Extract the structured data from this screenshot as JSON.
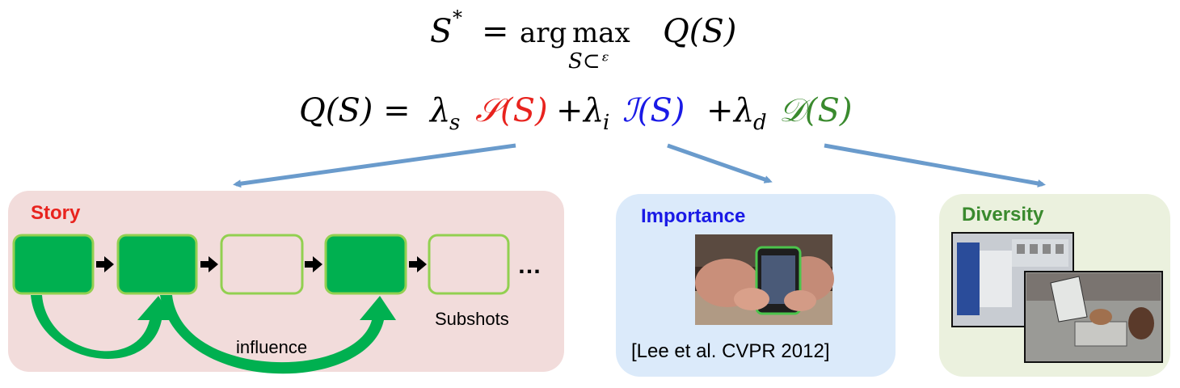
{
  "equation1": {
    "lhs": "S",
    "star": "*",
    "equals": "=",
    "arg": "arg",
    "max": "max",
    "subscript": "S⊂ᵋ",
    "rhs": "Q(S)"
  },
  "equation2": {
    "lhs": "Q(S) =",
    "lambda_s": "λ",
    "sub_s": "s",
    "story_term": "𝒮(S)",
    "plus1": "+",
    "lambda_i": "λ",
    "sub_i": "i",
    "importance_term": "ℐ(S)",
    "plus2": "+",
    "lambda_d": "λ",
    "sub_d": "d",
    "diversity_term": "𝒟(S)"
  },
  "colors": {
    "story": "#e8231e",
    "importance": "#1a1ae6",
    "diversity": "#3a8a2e",
    "arrow": "#6a9bcc",
    "story_panel": "#f2dcdb",
    "importance_panel": "#dbeafa",
    "diversity_panel": "#ebf1de",
    "subshot_fill": "#00b050",
    "subshot_border": "#92d050"
  },
  "story_panel": {
    "title": "Story",
    "ellipsis": "…",
    "subshots_label": "Subshots",
    "influence_label": "influence"
  },
  "importance_panel": {
    "title": "Importance",
    "citation": "[Lee et al. CVPR 2012]",
    "image": "phone-in-hands-photo"
  },
  "diversity_panel": {
    "title": "Diversity",
    "image_back": "shop-shelves-photo",
    "image_front": "scale-and-cup-photo"
  }
}
